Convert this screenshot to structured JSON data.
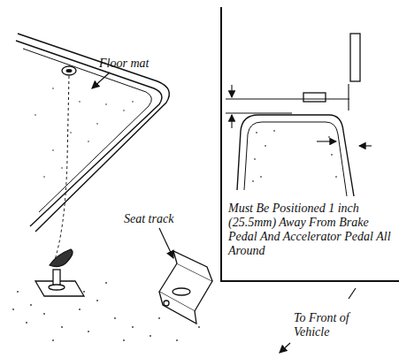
{
  "diagram": {
    "labels": [
      "Floor mat",
      "Seat track",
      "Must Be Positioned 1 inch (25.5mm) Away From Brake Pedal And Accelerator Pedal All Around",
      "To Front of Vehicle"
    ]
  }
}
